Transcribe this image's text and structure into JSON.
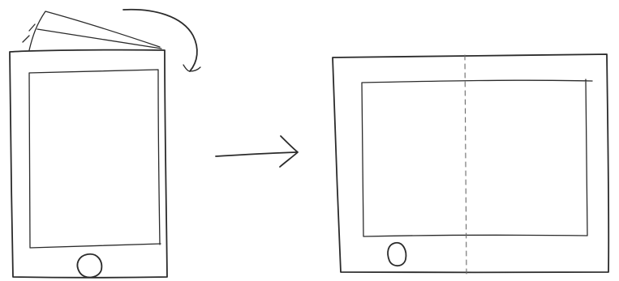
{
  "diagram": {
    "steps": [
      {
        "device": "phone",
        "orientation": "portrait",
        "action": "rotate-clockwise",
        "icons": [
          "rotation-arrow-icon",
          "home-button-icon"
        ]
      },
      {
        "connector": "arrow-right-icon"
      },
      {
        "device": "tablet",
        "orientation": "landscape",
        "split": "vertical-dashed",
        "icons": [
          "home-button-icon"
        ]
      }
    ],
    "colors": {
      "ink": "#2b2b2b",
      "background": "#ffffff"
    }
  }
}
